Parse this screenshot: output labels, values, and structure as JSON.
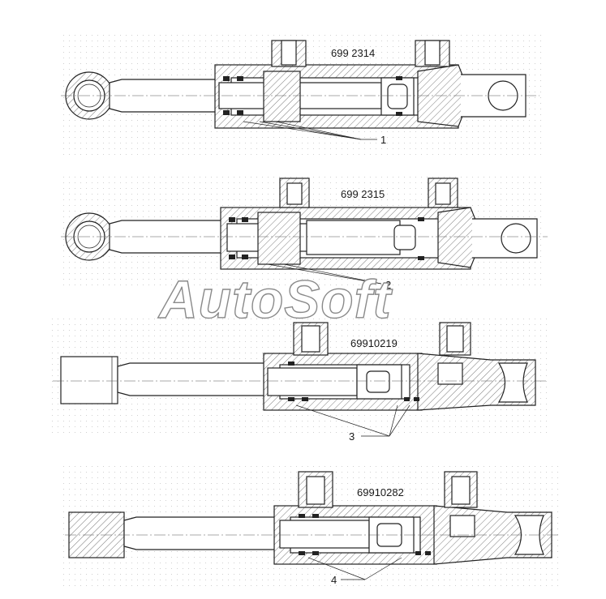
{
  "watermark": "AutoSoft",
  "cylinders": [
    {
      "model": "699 2314",
      "callout": "1"
    },
    {
      "model": "699 2315",
      "callout": "2"
    },
    {
      "model": "69910219",
      "callout": "3"
    },
    {
      "model": "69910282",
      "callout": "4"
    }
  ]
}
